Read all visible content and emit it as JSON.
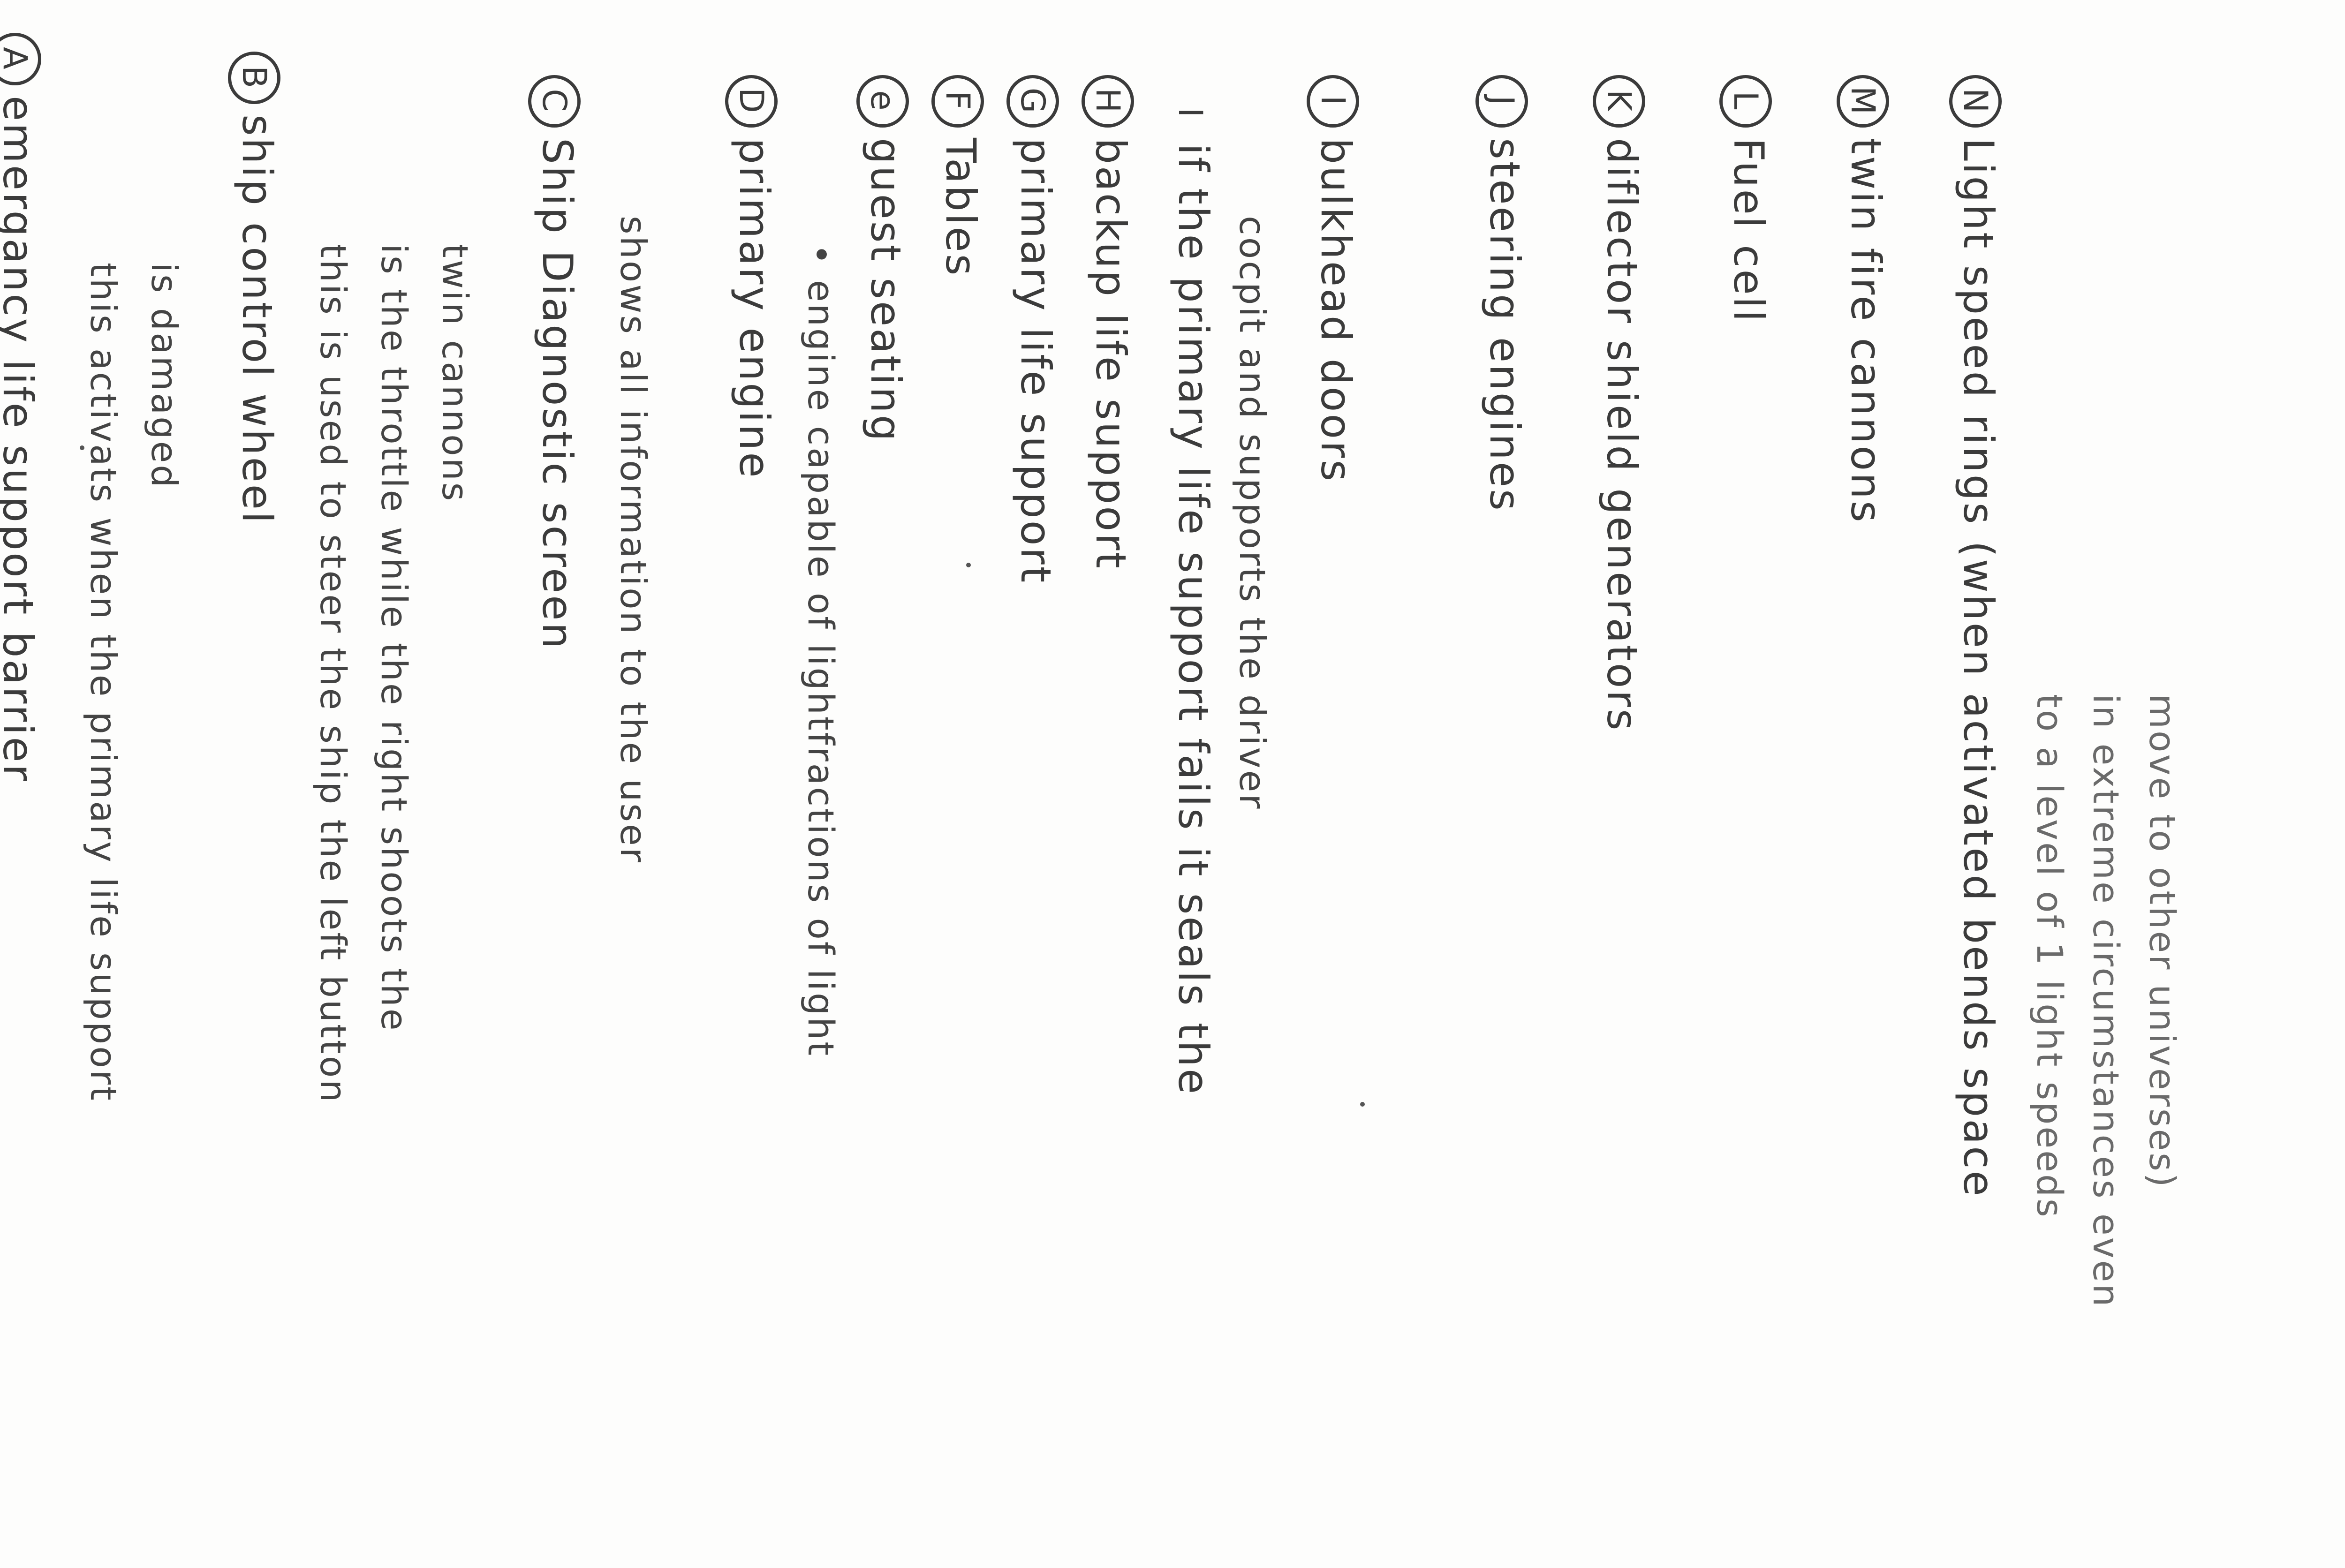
{
  "notes": {
    "a": {
      "marker": "A",
      "text": "emergancy life support barrier"
    },
    "a_note_1": "this activats  when the primary life support",
    "a_note_2": "is damaged",
    "b": {
      "marker": "B",
      "text": "ship control wheel"
    },
    "b_note_1": "this is used to steer the ship the left button",
    "b_note_2": "is the throttle while the right shoots the",
    "b_note_3": "twin cannons",
    "c": {
      "marker": "C",
      "text": "Ship Diagnostic screen"
    },
    "c_note_1": "shows all information to the user",
    "d": {
      "marker": "D",
      "text": "primary engine"
    },
    "d_note_1": "engine capable of lightfractions of light",
    "e": {
      "marker": "e",
      "text": "guest seating"
    },
    "f": {
      "marker": "F",
      "text": "Tables"
    },
    "g": {
      "marker": "G",
      "text": "primary life support"
    },
    "h": {
      "marker": "H",
      "text": "backup life support"
    },
    "i": {
      "marker": "I",
      "text": "if the primary life support fails it seals the"
    },
    "i_note_1": "cocpit and supports the driver",
    "i2": {
      "marker": "I",
      "text": "bulkhead doors"
    },
    "j": {
      "marker": "J",
      "text": "steering engines"
    },
    "k": {
      "marker": "K",
      "text": "diflector shield generators"
    },
    "l": {
      "marker": "L",
      "text": "Fuel cell"
    },
    "m": {
      "marker": "M",
      "text": "twin fire cannons"
    },
    "n": {
      "marker": "N",
      "text": "Light speed rings  (when activated bends space"
    },
    "n_note_1": "to a level of 1 light speeds",
    "n_note_2": "in extreme circumstances even",
    "n_note_3": "move to other universes)"
  }
}
